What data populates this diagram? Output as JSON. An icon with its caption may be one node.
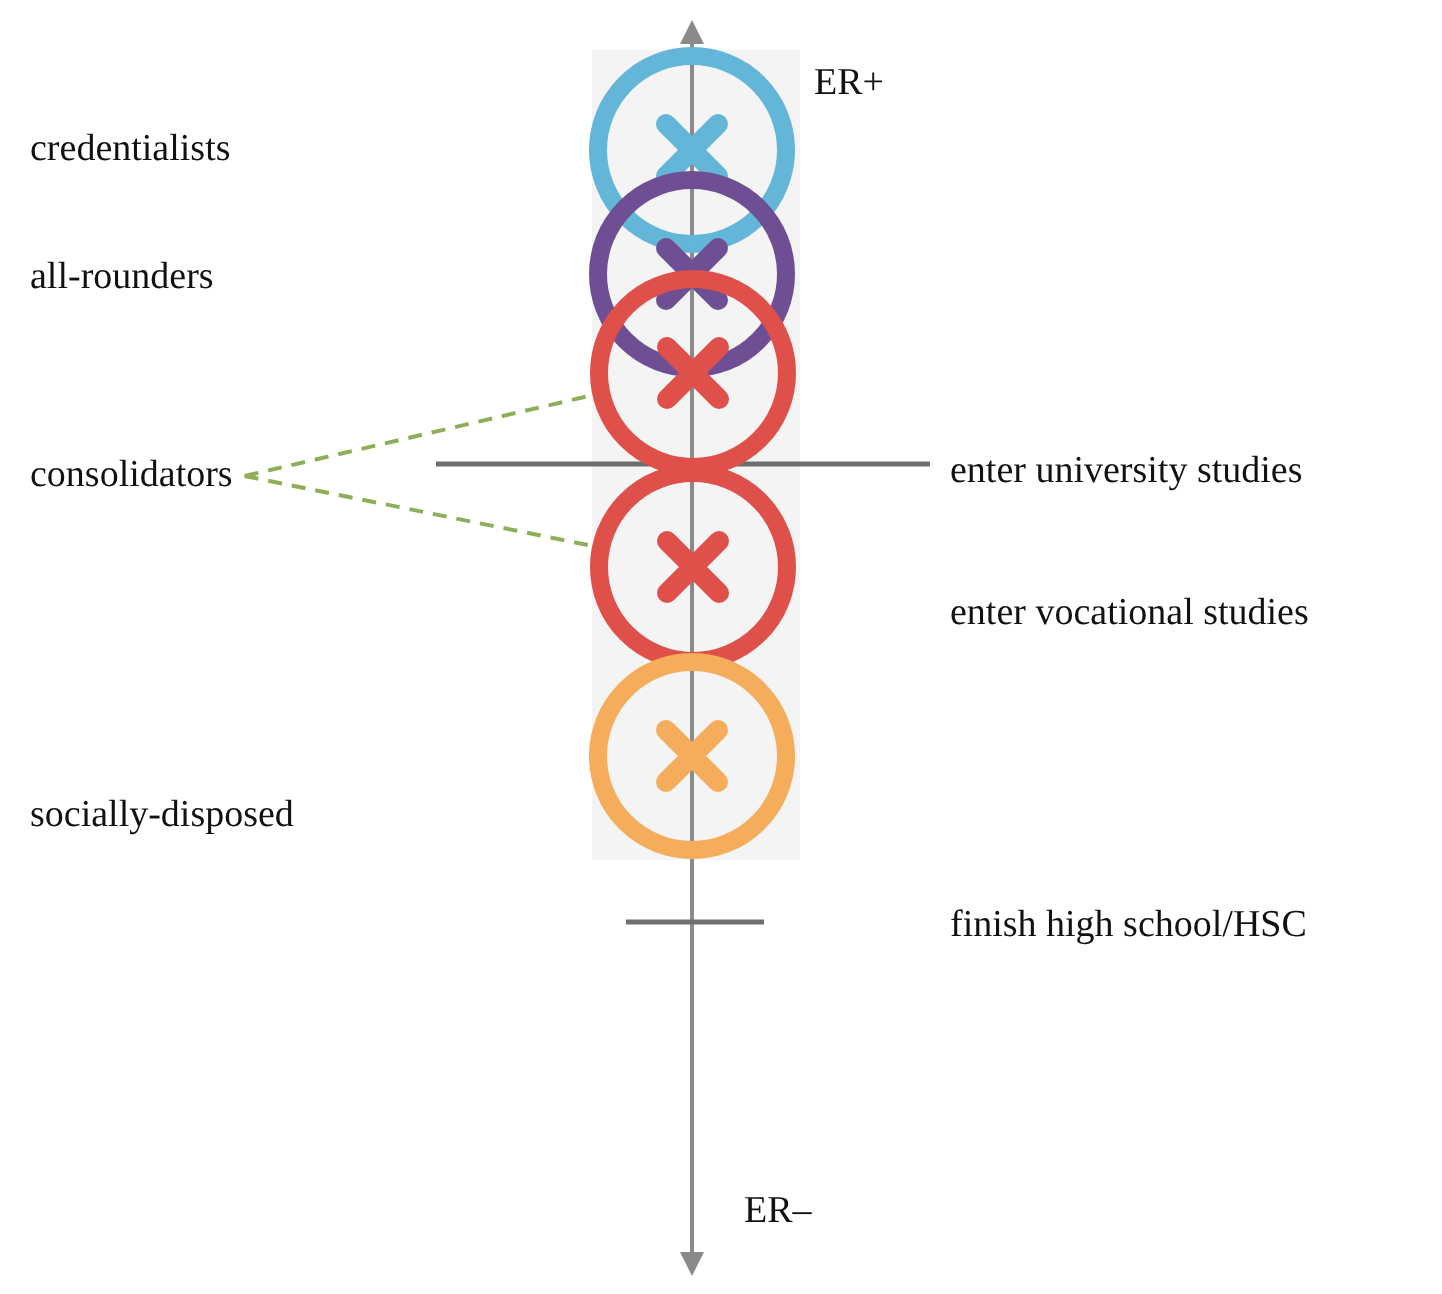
{
  "diagram": {
    "nodes": [
      {
        "text": [
          "consolidators"
        ]
      },
      {
        "text": [],
        "shape": "circle"
      },
      {
        "text": [],
        "shape": "circle"
      }
    ],
    "edges": [
      {
        "from": 0,
        "to": 1,
        "arrow": "none",
        "style": "dashed",
        "color": "#8fae5a"
      },
      {
        "from": 0,
        "to": 2,
        "arrow": "none",
        "style": "dashed",
        "color": "#8fae5a"
      }
    ],
    "labels": [
      "ER+",
      "credentialists",
      "all-rounders",
      "enter university studies",
      "enter vocational studies",
      "socially-disposed",
      "finish high school/HSC",
      "ER–"
    ]
  }
}
